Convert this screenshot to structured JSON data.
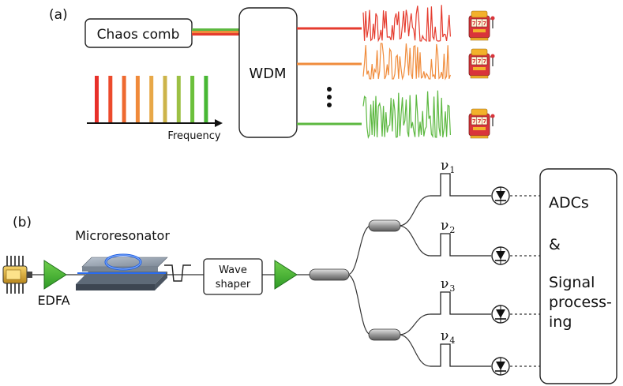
{
  "panel_a": {
    "label": "(a)",
    "chaos_comb": "Chaos comb",
    "wdm": "WDM",
    "frequency_label": "Frequency",
    "comb_colors": [
      "#e8302a",
      "#ec4a2c",
      "#ee6a30",
      "#f08a3a",
      "#e8a848",
      "#cdb44a",
      "#9cc044",
      "#6cc03c",
      "#48b834"
    ],
    "channels": [
      {
        "color": "#e53b2e",
        "icon": "slot-machine-icon"
      },
      {
        "color": "#f08c3c",
        "icon": "slot-machine-icon"
      },
      {
        "color": "#5cb840",
        "icon": "slot-machine-icon"
      }
    ]
  },
  "panel_b": {
    "label": "(b)",
    "microresonator": "Microresonator",
    "edfa": "EDFA",
    "wave_shaper_line1": "Wave",
    "wave_shaper_line2": "shaper",
    "filters": [
      "ν1",
      "ν2",
      "ν3",
      "ν4"
    ],
    "filter_symbol": "ν",
    "filter_subscripts": [
      "1",
      "2",
      "3",
      "4"
    ],
    "adc_box": {
      "line1": "ADCs",
      "line2": "&",
      "line3": "Signal",
      "line4": "process-",
      "line5": "ing"
    }
  }
}
